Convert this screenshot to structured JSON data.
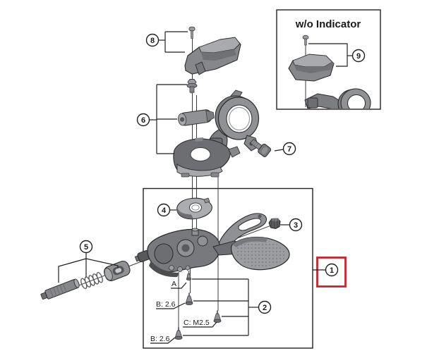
{
  "figure": {
    "title": "w/o Indicator",
    "type": "exploded-parts-diagram"
  },
  "callouts": {
    "c1": "1",
    "c2": "2",
    "c3": "3",
    "c4": "4",
    "c5": "5",
    "c6": "6",
    "c7": "7",
    "c8": "8",
    "c9": "9"
  },
  "labels": {
    "a": "A",
    "b_top": "B: 2.6",
    "c_mid": "C: M2.5",
    "b_bottom": "B: 2.6"
  },
  "colors": {
    "outline": "#231f20",
    "highlight_red": "#c9242b",
    "part_light": "#aaacaf",
    "part_mid": "#8f9194",
    "part_dark": "#58595b",
    "background": "#ffffff"
  }
}
